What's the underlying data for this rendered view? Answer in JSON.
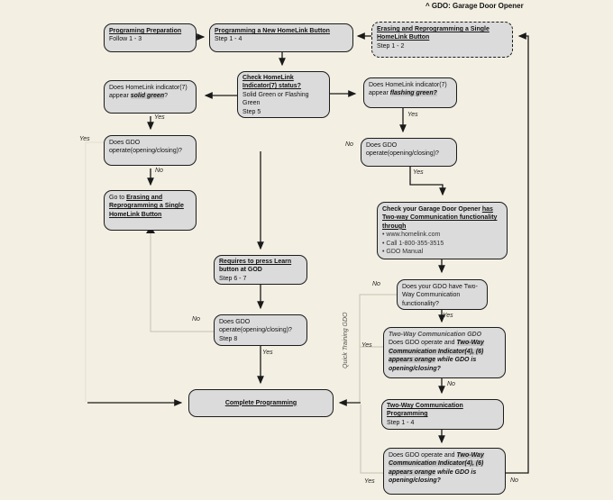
{
  "note": "^ GDO: Garage Door Opener",
  "labels": {
    "yes": "Yes",
    "no": "No",
    "quick_training": "Quick Training GDO"
  },
  "boxes": {
    "prep": {
      "title": "Programing Preparation",
      "sub": "Follow 1 - 3"
    },
    "prog_new": {
      "title": "Programming a New HomeLink Button",
      "sub": "Step 1 - 4"
    },
    "erase": {
      "title": "Erasing and Reprogramming a Single HomeLink Button",
      "sub": "Step 1 - 2"
    },
    "check_status": {
      "title": "Check HomeLink Indicator(7) status?",
      "line2": "Solid Green or Flashing Green",
      "line3": "Step 5"
    },
    "q_solid": {
      "pre": "Does HomeLink indicator(7) appear ",
      "hl": "solid green",
      "post": "?"
    },
    "q_flashing": {
      "pre": "Does HomeLink indicator(7) appear ",
      "hl": "flashing green?"
    },
    "q_gdo_left": {
      "text": "Does GDO operate(opening/closing)?"
    },
    "go_to_erase": {
      "pre": "Go to ",
      "link": "Erasing and Reprogramming a Single HomeLink Button"
    },
    "q_gdo_right": {
      "text": "Does GDO operate(opening/closing)?"
    },
    "check_two_way": {
      "pre": "Check your Garage Door Opener ",
      "underlined": "has Two-way Communication functionality through",
      "bullets": [
        "• www.homelink.com",
        "• Call 1-800-355-3515",
        "• GDO Manual"
      ]
    },
    "learn": {
      "title": "Requires to press Learn",
      "line2": "button at GOD",
      "line3": "Step 6 - 7"
    },
    "q_gdo_mid": {
      "text": "Does GDO operate(opening/closing)?",
      "line2": "Step 8"
    },
    "q_have_two_way": {
      "text": "Does your GDO have Two-Way Communication functionality?"
    },
    "q_two_way_gdo": {
      "title": "Two-Way Communication GDO",
      "pre": "Does GDO operate and ",
      "hl1": "Two-Way Communication Indicator(4), (6)",
      "mid": " ",
      "hl2": "appears orange",
      "post": " while GDO is opening/closing?"
    },
    "complete": {
      "title": "Complete Programming"
    },
    "two_way_prog": {
      "title": "Two-Way Communication Programming",
      "sub": "Step 1 - 4"
    },
    "q_two_way_bottom": {
      "pre": "Does GDO operate and ",
      "hl1": "Two-Way Communication Indicator(4), (6)",
      "mid": " ",
      "hl2": "appears orange",
      "post": " while GDO is opening/closing?"
    }
  }
}
